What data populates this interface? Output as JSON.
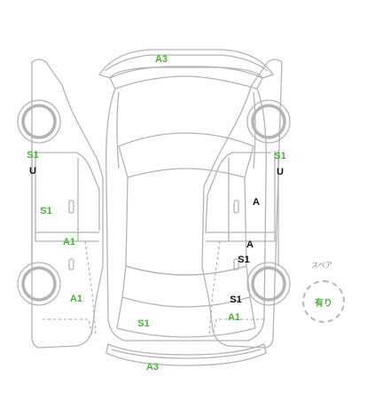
{
  "marks": [
    {
      "id": "roof-front-a3",
      "text": "A3",
      "color": "green"
    },
    {
      "id": "left-front-wheel-s1",
      "text": "S1",
      "color": "green"
    },
    {
      "id": "left-front-wheel-u",
      "text": "U",
      "color": "black"
    },
    {
      "id": "left-front-door-s1",
      "text": "S1",
      "color": "green"
    },
    {
      "id": "left-rear-door-a1",
      "text": "A1",
      "color": "green"
    },
    {
      "id": "left-rear-quarter-a1",
      "text": "A1",
      "color": "green"
    },
    {
      "id": "top-trunk-s1",
      "text": "S1",
      "color": "green"
    },
    {
      "id": "rear-bumper-a3",
      "text": "A3",
      "color": "green"
    },
    {
      "id": "right-front-wheel-s1",
      "text": "S1",
      "color": "green"
    },
    {
      "id": "right-front-wheel-u",
      "text": "U",
      "color": "black"
    },
    {
      "id": "right-front-door-a",
      "text": "A",
      "color": "black"
    },
    {
      "id": "right-rear-door-a",
      "text": "A",
      "color": "black"
    },
    {
      "id": "right-rear-door-s1",
      "text": "S1",
      "color": "black"
    },
    {
      "id": "right-rear-quarter-s1",
      "text": "S1",
      "color": "black"
    },
    {
      "id": "right-rear-quarter-a1",
      "text": "A1",
      "color": "green"
    }
  ],
  "spare": {
    "caption": "スペア",
    "value": "有り"
  },
  "colors": {
    "green": "#4caf3d",
    "black": "#111111",
    "outline": "#b4b4b4"
  }
}
